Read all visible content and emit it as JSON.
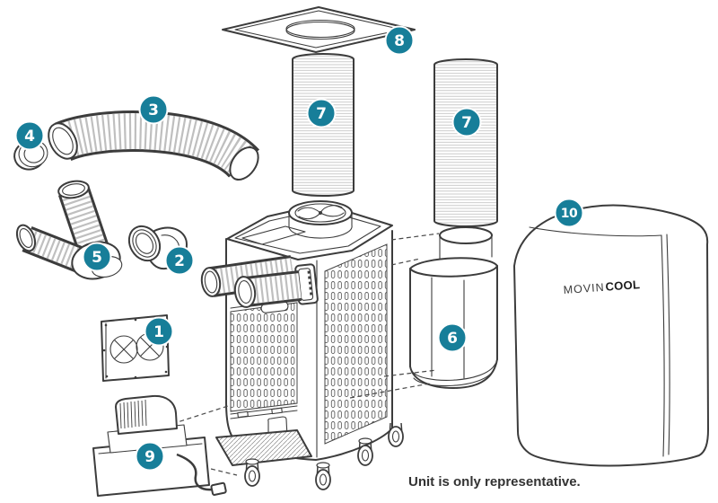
{
  "diagram": {
    "caption": "Unit is only representative.",
    "brand": {
      "movin": "MOVIN",
      "cool": "COOL"
    },
    "badge_color": "#177E99",
    "line_color": "#3C3C3C",
    "parts": [
      {
        "num": "1",
        "name": "fan-guard-plate"
      },
      {
        "num": "2",
        "name": "duct-collar"
      },
      {
        "num": "3",
        "name": "flexible-duct-hose"
      },
      {
        "num": "4",
        "name": "duct-ring"
      },
      {
        "num": "5",
        "name": "dual-hose-adapter"
      },
      {
        "num": "6",
        "name": "plenum-canister"
      },
      {
        "num": "7",
        "name": "vertical-duct"
      },
      {
        "num": "8",
        "name": "ceiling-panel"
      },
      {
        "num": "9",
        "name": "condensate-pump"
      },
      {
        "num": "10",
        "name": "unit-cover"
      }
    ]
  }
}
